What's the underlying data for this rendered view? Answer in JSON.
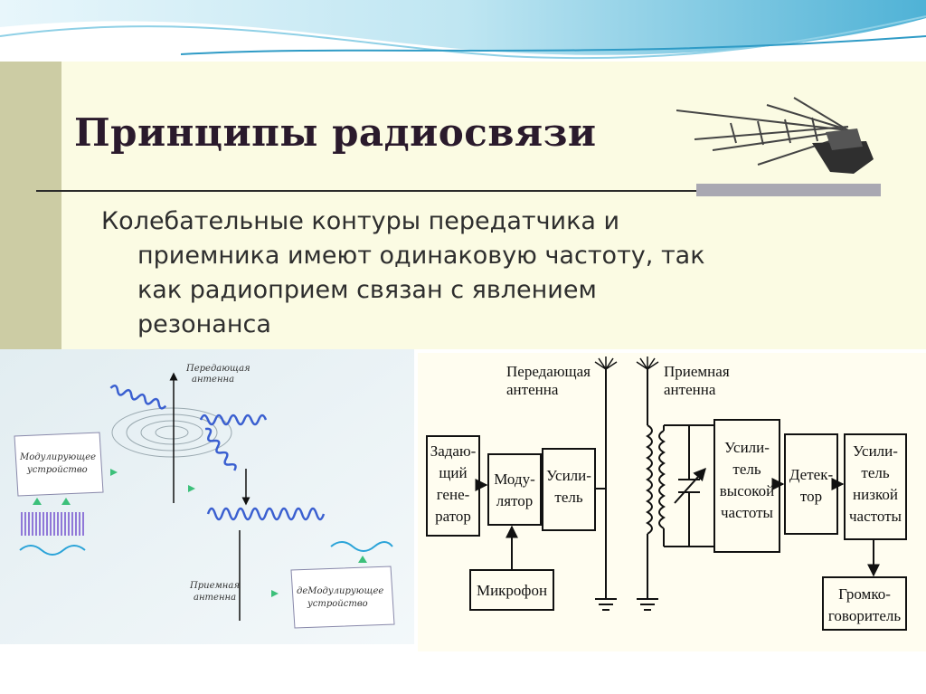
{
  "slide": {
    "title": "Принципы радиосвязи",
    "body_lines": [
      "Колебательные контуры передатчика и",
      "приемника имеют одинаковую частоту, так",
      "как радиоприем связан с явлением",
      "резонанса"
    ]
  },
  "left_diagram": {
    "transmit_antenna_lines": [
      "Передающая",
      "антенна"
    ],
    "receive_antenna_lines": [
      "Приемная",
      "антенна"
    ],
    "modulator_label_lines": [
      "Модулирующее",
      "устройство"
    ],
    "demodulator_label_lines": [
      "деМодулирующее",
      "устройство"
    ]
  },
  "block_diagram": {
    "transmit_antenna_lines": [
      "Передающая",
      "антенна"
    ],
    "receive_antenna_lines": [
      "Приемная",
      "антенна"
    ],
    "boxes": {
      "master_oscillator": [
        "Задаю-",
        "щий",
        "гене-",
        "ратор"
      ],
      "modulator": [
        "Моду-",
        "лятор"
      ],
      "tx_amplifier": [
        "Усили-",
        "тель"
      ],
      "microphone": [
        "Микрофон"
      ],
      "rf_amplifier": [
        "Усили-",
        "тель",
        "высокой",
        "частоты"
      ],
      "detector": [
        "Детек-",
        "тор"
      ],
      "af_amplifier": [
        "Усили-",
        "тель",
        "низкой",
        "частоты"
      ],
      "loudspeaker": [
        "Громко-",
        "говоритель"
      ]
    }
  },
  "colors": {
    "panel_bg": "#fbfbe3",
    "left_bar": "#cccca4",
    "title_color": "#2a1a2c",
    "wave_blue": "#3a5fd0",
    "arrow_green": "#3cc07a"
  }
}
